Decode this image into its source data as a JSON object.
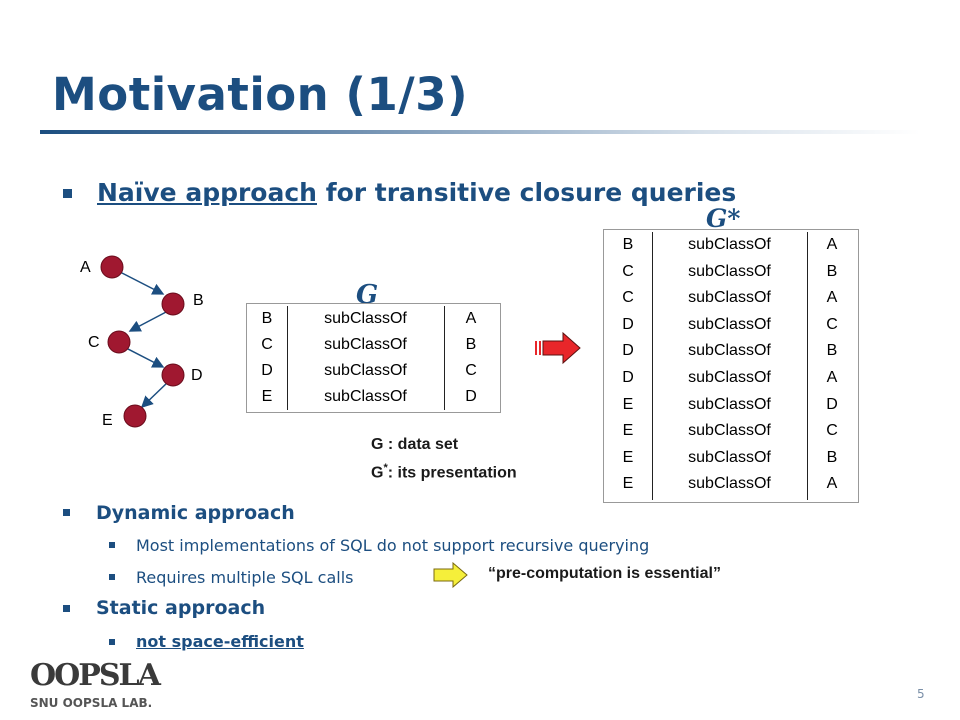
{
  "slide": {
    "title": "Motivation (1/3)",
    "page_number": "5"
  },
  "section1": {
    "heading_underlined": "Naïve approach",
    "heading_rest": " for transitive closure queries"
  },
  "graph": {
    "nodes": [
      "A",
      "B",
      "C",
      "D",
      "E"
    ],
    "node_color": "#a01830"
  },
  "g_table": {
    "label": "G",
    "rows": [
      [
        "B",
        "subClassOf",
        "A"
      ],
      [
        "C",
        "subClassOf",
        "B"
      ],
      [
        "D",
        "subClassOf",
        "C"
      ],
      [
        "E",
        "subClassOf",
        "D"
      ]
    ]
  },
  "gstar_table": {
    "label": "G*",
    "rows": [
      [
        "B",
        "subClassOf",
        "A"
      ],
      [
        "C",
        "subClassOf",
        "B"
      ],
      [
        "C",
        "subClassOf",
        "A"
      ],
      [
        "D",
        "subClassOf",
        "C"
      ],
      [
        "D",
        "subClassOf",
        "B"
      ],
      [
        "D",
        "subClassOf",
        "A"
      ],
      [
        "E",
        "subClassOf",
        "D"
      ],
      [
        "E",
        "subClassOf",
        "C"
      ],
      [
        "E",
        "subClassOf",
        "B"
      ],
      [
        "E",
        "subClassOf",
        "A"
      ]
    ]
  },
  "legend": {
    "line1": "G : data set",
    "line2_prefix": "G",
    "line2_sup": "*",
    "line2_rest": ": its presentation"
  },
  "section2": {
    "heading": "Dynamic approach",
    "items": [
      "Most implementations of SQL do not support recursive querying",
      "Requires multiple SQL calls"
    ],
    "note": "“pre-computation is essential”"
  },
  "section3": {
    "heading": "Static approach",
    "item": "not space-efficient"
  },
  "logo": {
    "mark": "OOPSLA",
    "subtitle": "SNU OOPSLA LAB."
  },
  "colors": {
    "title": "#1c4e80",
    "arrow_red": "#e8262a",
    "arrow_yellow": "#f5ef3a"
  }
}
